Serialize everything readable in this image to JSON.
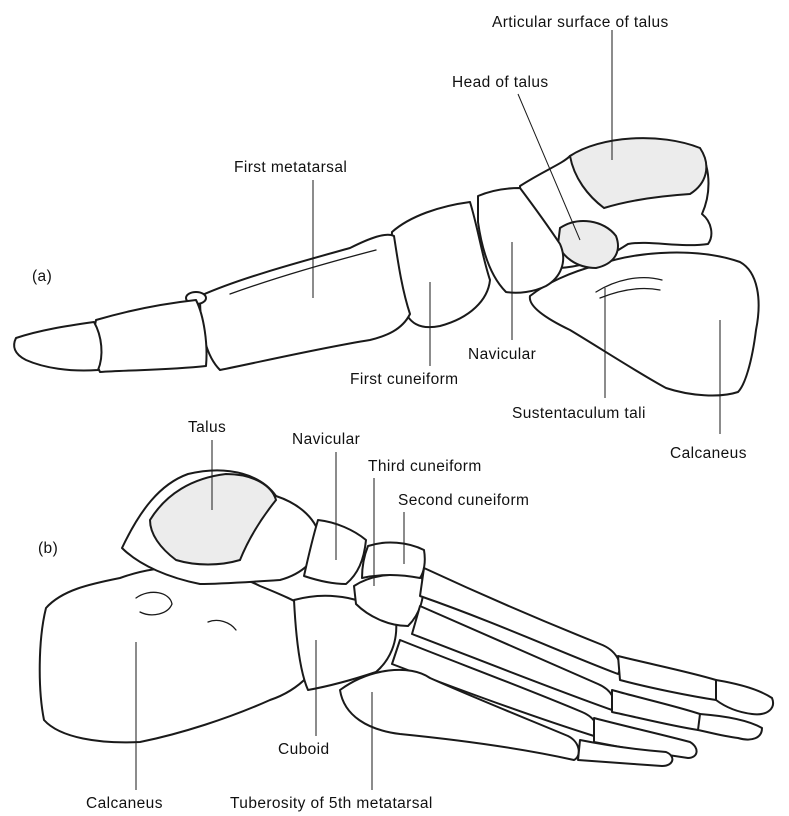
{
  "panel_a": {
    "tag": "(a)",
    "labels": {
      "articular_surface_of_talus": "Articular surface of talus",
      "head_of_talus": "Head of talus",
      "first_metatarsal": "First metatarsal",
      "navicular": "Navicular",
      "first_cuneiform": "First cuneiform",
      "sustentaculum_tali": "Sustentaculum tali",
      "calcaneus": "Calcaneus"
    }
  },
  "panel_b": {
    "tag": "(b)",
    "labels": {
      "talus": "Talus",
      "navicular": "Navicular",
      "third_cuneiform": "Third cuneiform",
      "second_cuneiform": "Second cuneiform",
      "cuboid": "Cuboid",
      "calcaneus": "Calcaneus",
      "tuberosity_5th_metatarsal": "Tuberosity of 5th metatarsal"
    }
  }
}
